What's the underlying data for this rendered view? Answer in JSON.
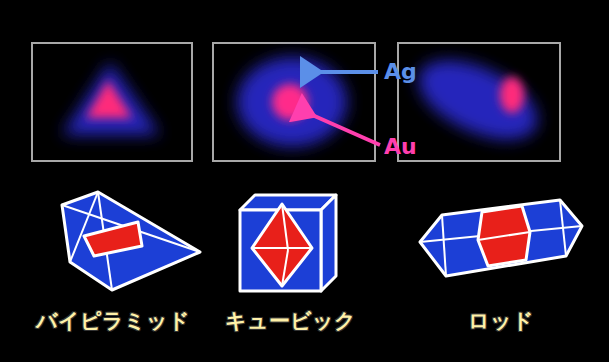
{
  "diagram": {
    "labels": [
      "Ag",
      "Au",
      "バイピラミッド",
      "キュービック",
      "ロッド"
    ]
  }
}
